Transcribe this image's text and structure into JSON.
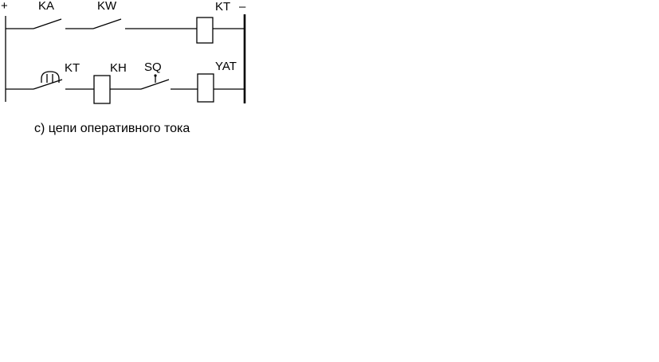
{
  "diagram": {
    "polarity": {
      "plus": "+",
      "minus": "–"
    },
    "row1": {
      "ka": "KA",
      "kw": "KW",
      "kt": "KT"
    },
    "row2": {
      "kt": "KT",
      "kh": "KH",
      "sq": "SQ",
      "yat": "YAT"
    },
    "caption": "с) цепи оперативного тока"
  }
}
